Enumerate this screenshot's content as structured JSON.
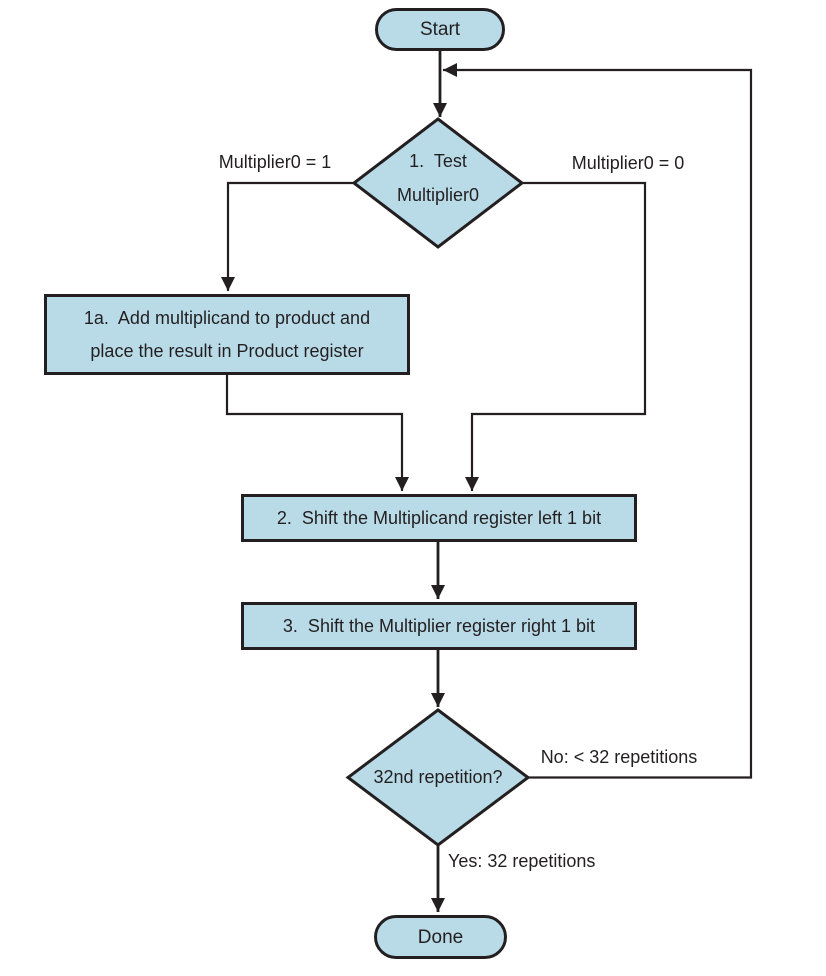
{
  "colors": {
    "node_fill": "#b9dbe8",
    "node_stroke": "#231f20",
    "connector": "#231f20",
    "text_color": "#231f20",
    "bg": "#ffffff"
  },
  "nodes": {
    "start": {
      "label": "Start"
    },
    "test_multiplier": {
      "line1": "1.  Test",
      "line2": "Multiplier0"
    },
    "add_multiplicand": {
      "line1": "1a.  Add multiplicand to product and",
      "line2": "place the result in Product register"
    },
    "shift_multiplicand": {
      "label": "2.  Shift the Multiplicand register left 1 bit"
    },
    "shift_multiplier": {
      "label": "3.  Shift the Multiplier register right 1 bit"
    },
    "repetition_check": {
      "label": "32nd repetition?"
    },
    "done": {
      "label": "Done"
    }
  },
  "edge_labels": {
    "multiplier_is_1": "Multiplier0 = 1",
    "multiplier_is_0": "Multiplier0 = 0",
    "no_branch": "No: < 32 repetitions",
    "yes_branch": "Yes: 32 repetitions"
  }
}
